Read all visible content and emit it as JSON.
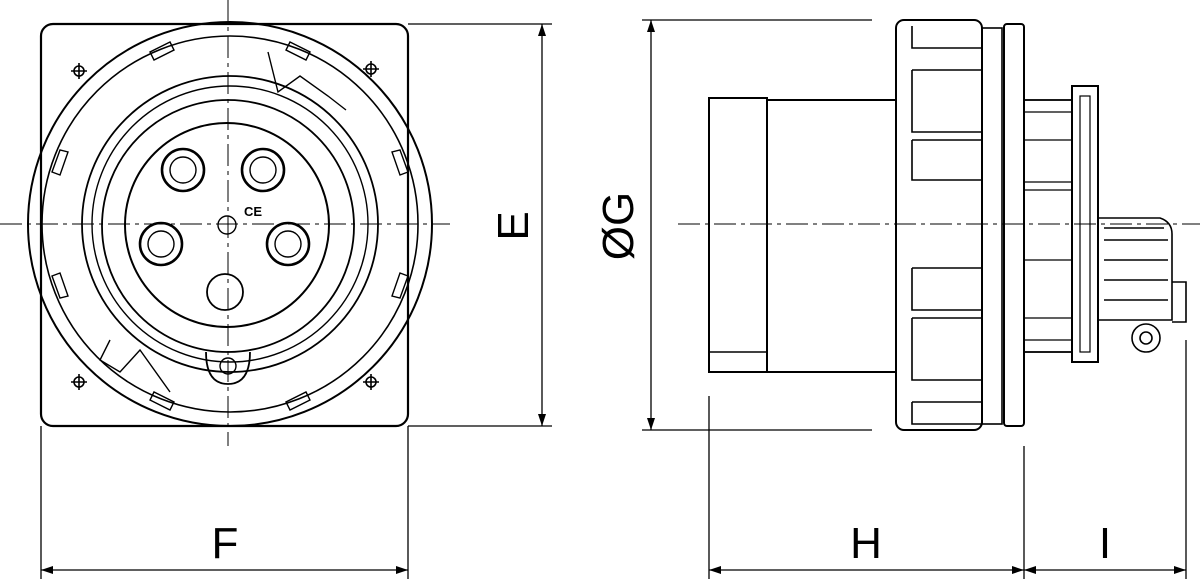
{
  "dimensions": {
    "E": "E",
    "F": "F",
    "G": "ØG",
    "H": "H",
    "I": "I"
  },
  "marking": "CE"
}
